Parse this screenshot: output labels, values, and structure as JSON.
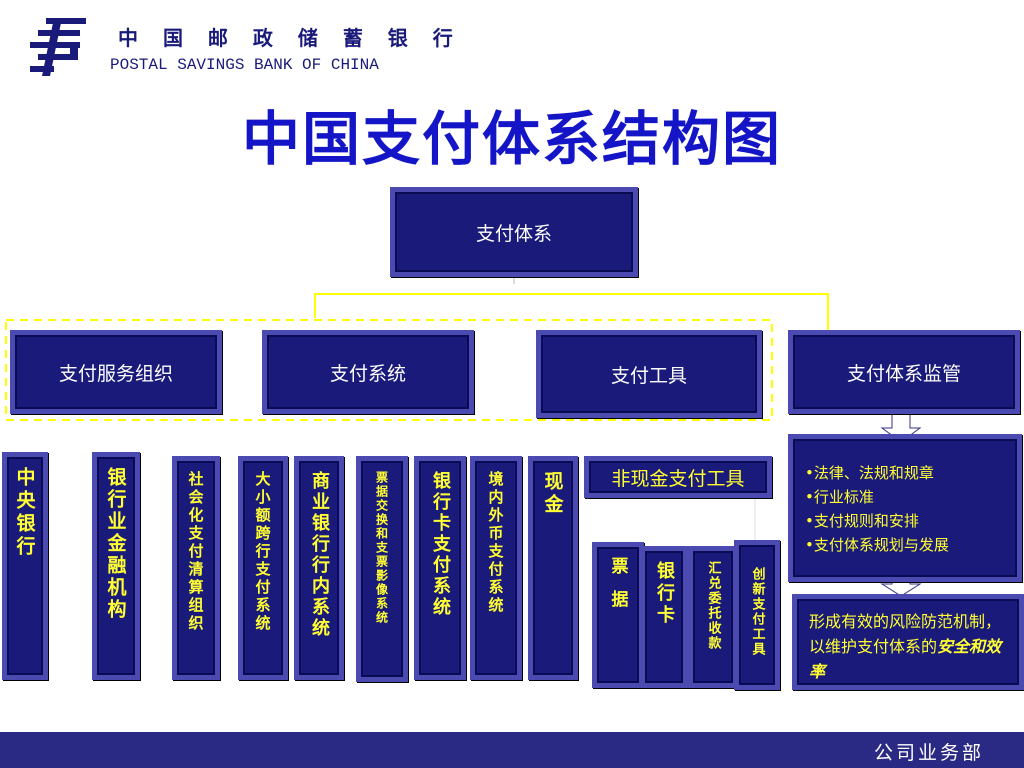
{
  "header": {
    "bank_name_cn": "中 国 邮 政 储 蓄 银 行",
    "bank_name_en": "POSTAL SAVINGS BANK OF CHINA"
  },
  "title": "中国支付体系结构图",
  "root": "支付体系",
  "level1": [
    "支付服务组织",
    "支付系统",
    "支付工具",
    "支付体系监管"
  ],
  "service_orgs": [
    "中央银行",
    "银行业金融机构",
    "社会化支付清算组织"
  ],
  "payment_systems": [
    "大小额跨行支付系统",
    "商业银行行内系统",
    "票据交换和支票影像系统",
    "银行卡支付系统",
    "境内外币支付系统"
  ],
  "tools": {
    "cash": "现金",
    "non_cash": "非现金支付工具",
    "non_cash_items": [
      "票据",
      "银行卡",
      "汇兑委托收款",
      "创新支付工具"
    ]
  },
  "supervision": {
    "items": [
      "•法律、法规和规章",
      "•行业标准",
      "•支付规则和安排",
      "•支付体系规划与发展"
    ],
    "result_prefix": "形成有效的风险防范机制，以维护支付体系的",
    "result_emphasis": "安全和效率"
  },
  "footer": "公司业务部",
  "colors": {
    "box_fill": "#1a1a7a",
    "box_border": "#4a4ab0",
    "title": "#1515c8",
    "accent_text": "#ffff33",
    "connector": "#ffff00"
  }
}
